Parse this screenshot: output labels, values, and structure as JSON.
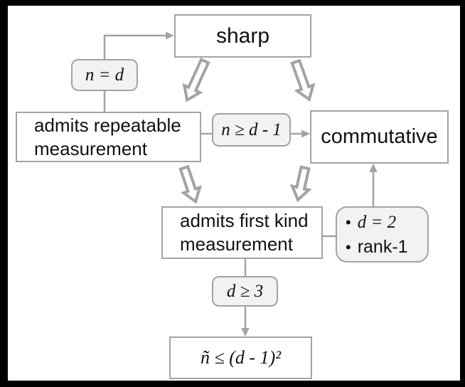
{
  "diagram": {
    "nodes": {
      "sharp": {
        "label": "sharp"
      },
      "repeatable": {
        "line1": "admits repeatable",
        "line2": "measurement"
      },
      "commutative": {
        "label": "commutative"
      },
      "first_kind": {
        "line1": "admits first kind",
        "line2": "measurement"
      },
      "bound": {
        "formula": "ñ ≤ (d - 1)²"
      }
    },
    "edge_labels": {
      "n_eq_d": "n = d",
      "n_ge_d_minus_1": "n ≥ d - 1",
      "d_ge_3": "d ≥ 3"
    },
    "conditions": {
      "bullet": "•",
      "item1": "d = 2",
      "item2": "rank-1"
    },
    "icons": {
      "implies_arrow": "hollow-double-arrow",
      "thin_arrow": "solid-head-arrow"
    },
    "colors": {
      "line": "#a3a3a3",
      "box_border": "#a3a3a3",
      "label_fill": "#f2f2f2",
      "box_fill": "#ffffff",
      "text": "#111111",
      "frame": "#000000",
      "canvas": "#ffffff"
    }
  }
}
